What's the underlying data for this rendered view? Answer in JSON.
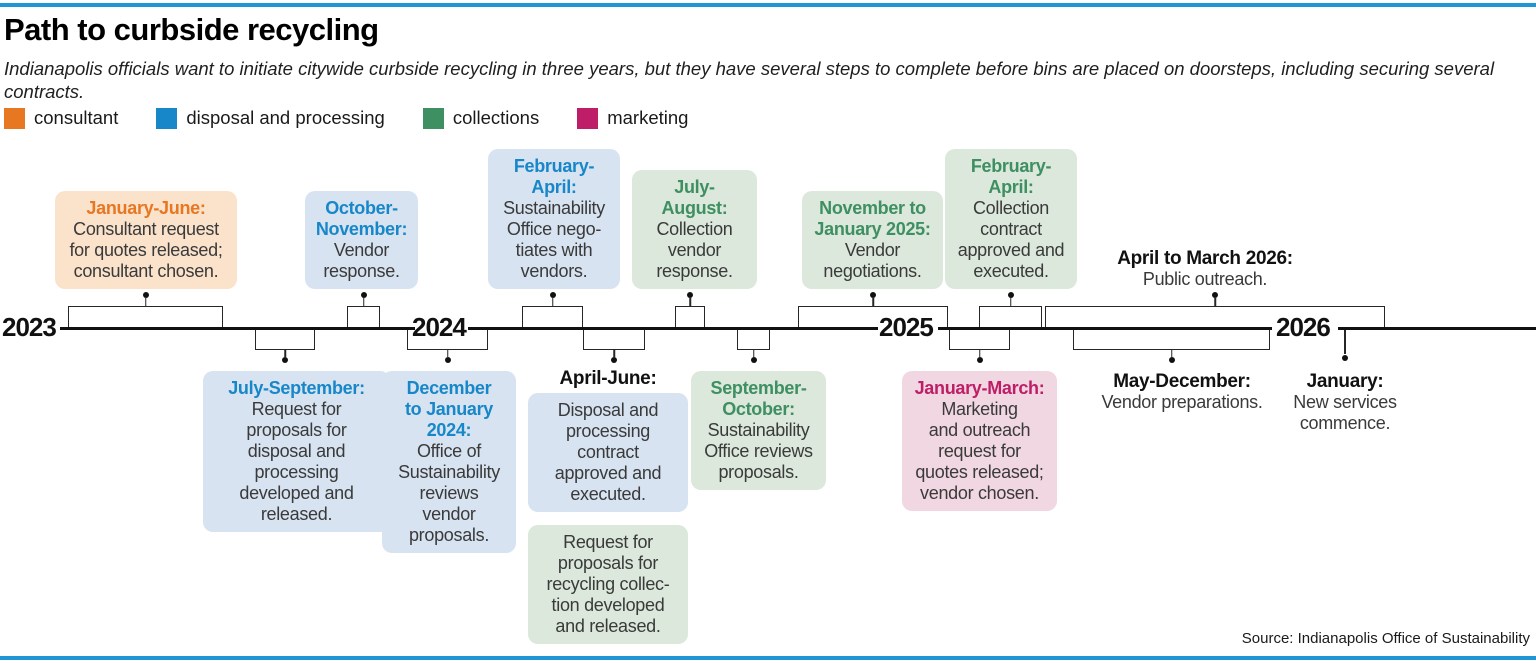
{
  "header": {
    "title": "Path to curbside recycling",
    "subtitle": "Indianapolis officials want to initiate citywide curbside recycling in three years, but they have several steps to complete before bins are placed on doorsteps, including securing several contracts."
  },
  "colors": {
    "rule_blue": "#2196D4",
    "consultant": "#E87722",
    "disposal_and_processing": "#1787C9",
    "collections": "#3E8F62",
    "marketing": "#BE1E68",
    "consultant_box_bg": "#FAE2CB",
    "disposal_box_bg": "#D7E3F1",
    "collections_box_bg": "#DBE8DB",
    "marketing_box_bg": "#F1D7E1"
  },
  "legend": {
    "items": [
      {
        "label": "consultant",
        "color": "#E87722"
      },
      {
        "label": "disposal and processing",
        "color": "#1787C9"
      },
      {
        "label": "collections",
        "color": "#3E8F62"
      },
      {
        "label": "marketing",
        "color": "#BE1E68"
      }
    ]
  },
  "timeline": {
    "years": [
      "2023",
      "2024",
      "2025",
      "2026"
    ]
  },
  "events": {
    "consultant_rfq": {
      "header": "January-June:",
      "body": [
        "Consultant request",
        "for quotes released;",
        "consultant chosen."
      ]
    },
    "vendor_response_2023": {
      "header": [
        "October-",
        "November:"
      ],
      "body": [
        "Vendor",
        "response."
      ]
    },
    "rfp_disposal": {
      "header": "July-September:",
      "body": [
        "Request for",
        "proposals for",
        "disposal and",
        "processing",
        "developed and",
        "released."
      ]
    },
    "reviews_vendor_proposals": {
      "header": [
        "December",
        "to January",
        "2024:"
      ],
      "body": [
        "Office of",
        "Sustainability",
        "reviews",
        "vendor",
        "proposals."
      ]
    },
    "negotiates_with_vendors": {
      "header": [
        "February-",
        "April:"
      ],
      "body": [
        "Sustainability",
        "Office nego-",
        "tiates with",
        "vendors."
      ]
    },
    "april_june_group": {
      "header": "April-June:",
      "disposal_contract_body": [
        "Disposal and",
        "processing",
        "contract",
        "approved and",
        "executed."
      ],
      "rfp_collection_body": [
        "Request for",
        "proposals for",
        "recycling collec-",
        "tion developed",
        "and released."
      ]
    },
    "collection_vendor_response": {
      "header": [
        "July-",
        "August:"
      ],
      "body": [
        "Collection",
        "vendor",
        "response."
      ]
    },
    "reviews_proposals": {
      "header": [
        "September-",
        "October:"
      ],
      "body": [
        "Sustainability",
        "Office reviews",
        "proposals."
      ]
    },
    "vendor_negotiations": {
      "header": [
        "November to",
        "January 2025:"
      ],
      "body": [
        "Vendor",
        "negotiations."
      ]
    },
    "marketing_rfq": {
      "header": "January-March:",
      "body": [
        "Marketing",
        "and outreach",
        "request for",
        "quotes released;",
        "vendor chosen."
      ]
    },
    "collection_contract": {
      "header": [
        "February-",
        "April:"
      ],
      "body": [
        "Collection",
        "contract",
        "approved and",
        "executed."
      ]
    },
    "public_outreach": {
      "header": "April to March 2026:",
      "body": "Public outreach."
    },
    "vendor_preparations": {
      "header": "May-December:",
      "body": "Vendor preparations."
    },
    "new_services": {
      "header": "January:",
      "body": [
        "New services",
        "commence."
      ]
    }
  },
  "source": "Source: Indianapolis Office of Sustainability"
}
